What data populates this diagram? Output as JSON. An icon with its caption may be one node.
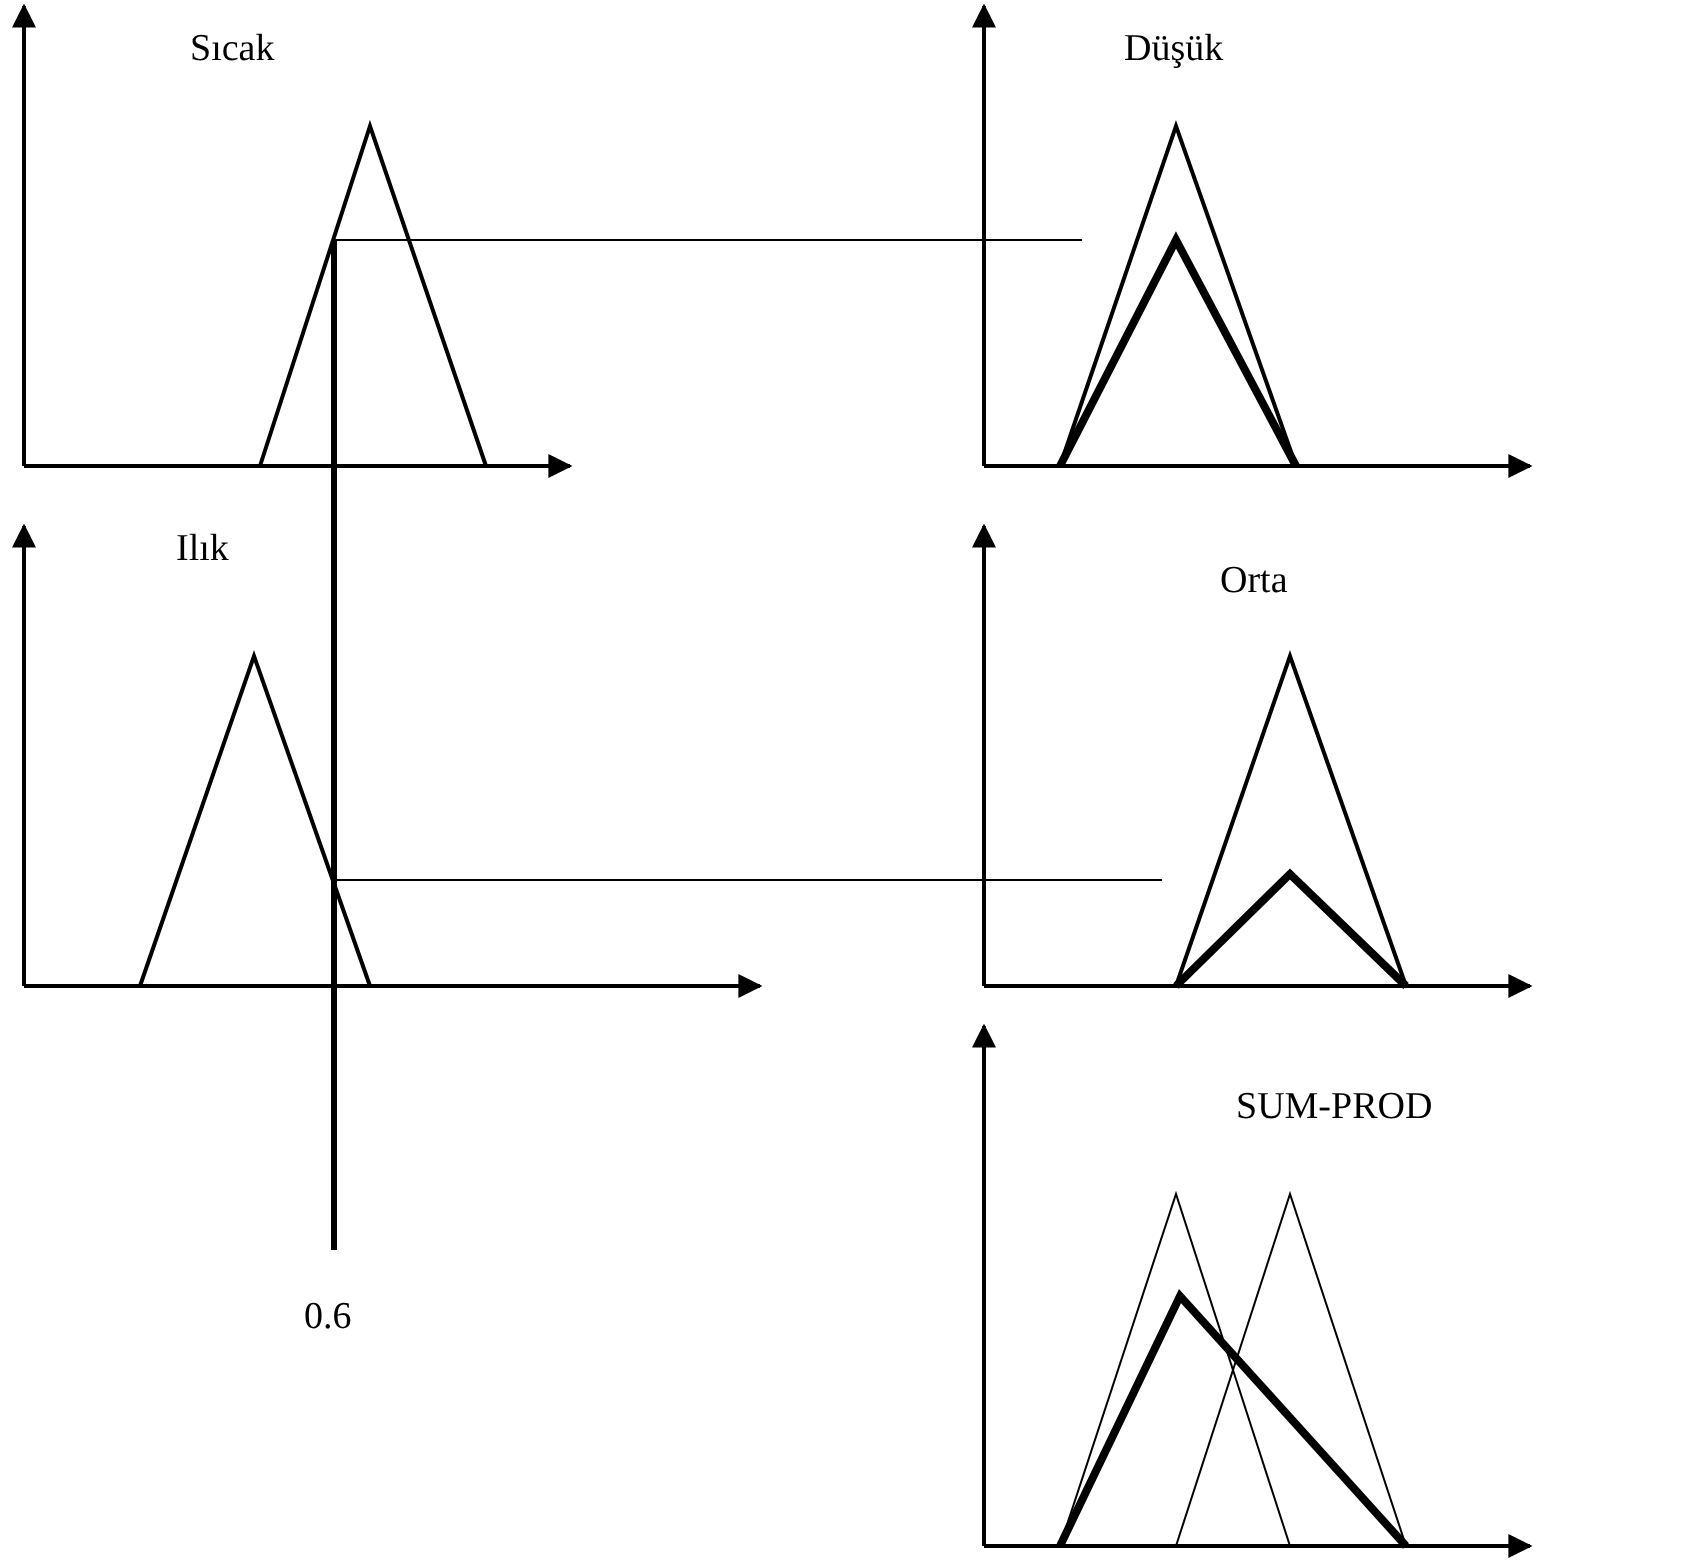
{
  "diagram": {
    "labels": [
      "Sıcak",
      "Düşük",
      "Ilık",
      "Orta",
      "SUM-PROD",
      "0.6"
    ]
  }
}
